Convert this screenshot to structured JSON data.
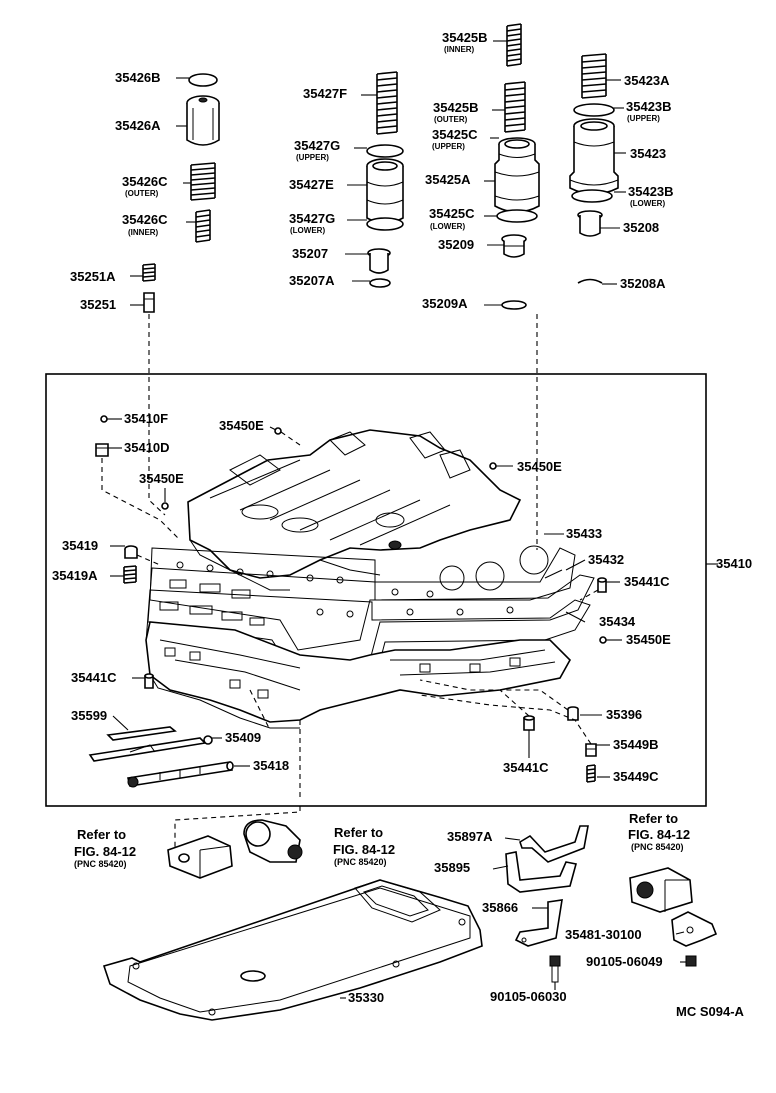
{
  "labels": {
    "p35426B": "35426B",
    "p35426A": "35426A",
    "p35426C_outer": "35426C",
    "p35426C_outer_sub": "(OUTER)",
    "p35426C_inner": "35426C",
    "p35426C_inner_sub": "(INNER)",
    "p35427F": "35427F",
    "p35427G_upper": "35427G",
    "p35427G_upper_sub": "(UPPER)",
    "p35427E": "35427E",
    "p35427G_lower": "35427G",
    "p35427G_lower_sub": "(LOWER)",
    "p35207": "35207",
    "p35207A": "35207A",
    "p35425B_inner": "35425B",
    "p35425B_inner_sub": "(INNER)",
    "p35425B_outer": "35425B",
    "p35425B_outer_sub": "(OUTER)",
    "p35425C_upper": "35425C",
    "p35425C_upper_sub": "(UPPER)",
    "p35425A": "35425A",
    "p35425C_lower": "35425C",
    "p35425C_lower_sub": "(LOWER)",
    "p35209": "35209",
    "p35209A": "35209A",
    "p35423A": "35423A",
    "p35423B_upper": "35423B",
    "p35423B_upper_sub": "(UPPER)",
    "p35423": "35423",
    "p35423B_lower": "35423B",
    "p35423B_lower_sub": "(LOWER)",
    "p35208": "35208",
    "p35208A": "35208A",
    "p35251A": "35251A",
    "p35251": "35251",
    "p35410F": "35410F",
    "p35410D": "35410D",
    "p35450E_a": "35450E",
    "p35450E_b": "35450E",
    "p35450E_c": "35450E",
    "p35450E_d": "35450E",
    "p35433": "35433",
    "p35432": "35432",
    "p35410": "35410",
    "p35441C_a": "35441C",
    "p35441C_b": "35441C",
    "p35441C_c": "35441C",
    "p35434": "35434",
    "p35419": "35419",
    "p35419A": "35419A",
    "p35599": "35599",
    "p35409": "35409",
    "p35418": "35418",
    "p35396": "35396",
    "p35449B": "35449B",
    "p35449C": "35449C",
    "p35897A": "35897A",
    "p35895": "35895",
    "p35866": "35866",
    "p35481": "35481-30100",
    "p90105_06049": "90105-06049",
    "p90105_06030": "90105-06030",
    "p35330": "35330",
    "code": "MC S094-A"
  },
  "refs": {
    "left": {
      "line1": "Refer  to",
      "line2": "FIG. 84-12",
      "line3": "(PNC  85420)"
    },
    "middle": {
      "line1": "Refer  to",
      "line2": "FIG. 84-12",
      "line3": "(PNC  85420)"
    },
    "right": {
      "line1": "Refer  to",
      "line2": "FIG. 84-12",
      "line3": "(PNC  85420)"
    }
  }
}
